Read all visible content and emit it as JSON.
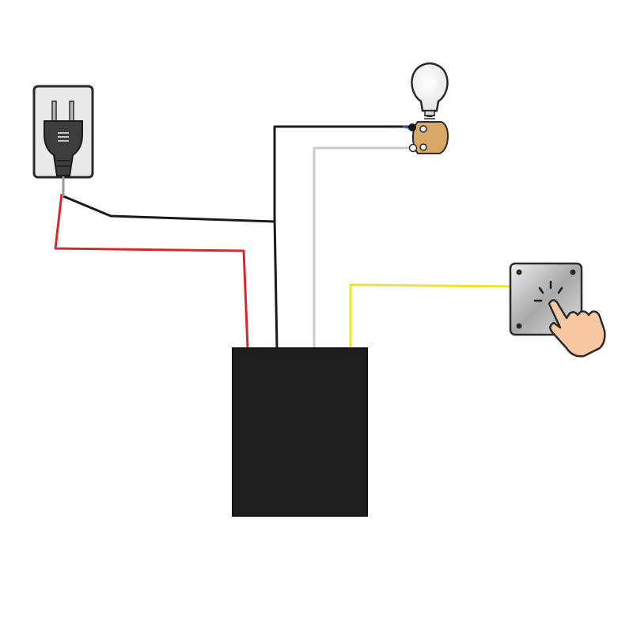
{
  "components": {
    "wall_outlet": {
      "icon": "wall-outlet-plug-icon",
      "plate_color": "#e9e9e9",
      "plug_color": "#3d3d3d"
    },
    "light_bulb": {
      "icon": "light-bulb-icon",
      "glass_color": "#f7f7f7",
      "socket_color": "#d9a866"
    },
    "push_button": {
      "icon": "push-button-icon",
      "plate_color": "#c8c8c8",
      "hand_color": "#f6c7a1"
    },
    "module_box": {
      "icon": "relay-module-box",
      "color": "#1e1e1e"
    }
  },
  "wires": [
    {
      "name": "wire-outlet-black",
      "color": "#1b1b1b"
    },
    {
      "name": "wire-outlet-red",
      "color": "#d8262a"
    },
    {
      "name": "wire-lamp-black",
      "color": "#1b1b1b"
    },
    {
      "name": "wire-lamp-white",
      "color": "#c9cdd2"
    },
    {
      "name": "wire-button-yellow",
      "color": "#f2e41c"
    }
  ]
}
